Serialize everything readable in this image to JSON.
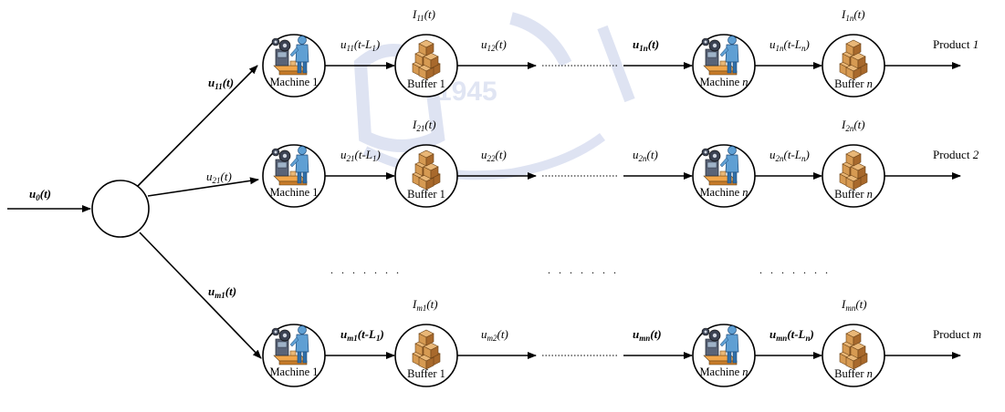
{
  "source": {
    "label": "u0(t)",
    "base": "u",
    "sub": "0",
    "suffix": "(t)"
  },
  "split_labels": [
    {
      "base": "u",
      "sub": "11",
      "suffix": "(t)"
    },
    {
      "base": "u",
      "sub": "21",
      "suffix": "(t)"
    },
    {
      "base": "u",
      "sub": "m1",
      "suffix": "(t)"
    }
  ],
  "lines": [
    {
      "product": {
        "text": "Product ",
        "id": "1"
      },
      "buffer_in_1": {
        "base": "u",
        "sub": "11",
        "suffix": "(t-L",
        "sub2": "1",
        "end": ")"
      },
      "inventory_1": {
        "base": "I",
        "sub": "11",
        "suffix": "(t)"
      },
      "buffer_out_1": {
        "base": "u",
        "sub": "12",
        "suffix": "(t)"
      },
      "machine_in_n": {
        "base": "u",
        "sub": "1n",
        "suffix": "(t)"
      },
      "buffer_in_n": {
        "base": "u",
        "sub": "1n",
        "suffix": "(t-L",
        "sub2": "n",
        "end": ")"
      },
      "inventory_n": {
        "base": "I",
        "sub": "1n",
        "suffix": "(t)"
      }
    },
    {
      "product": {
        "text": "Product ",
        "id": "2"
      },
      "buffer_in_1": {
        "base": "u",
        "sub": "21",
        "suffix": "(t-L",
        "sub2": "1",
        "end": ")"
      },
      "inventory_1": {
        "base": "I",
        "sub": "21",
        "suffix": "(t)"
      },
      "buffer_out_1": {
        "base": "u",
        "sub": "22",
        "suffix": "(t)"
      },
      "machine_in_n": {
        "base": "u",
        "sub": "2n",
        "suffix": "(t)"
      },
      "buffer_in_n": {
        "base": "u",
        "sub": "2n",
        "suffix": "(t-L",
        "sub2": "n",
        "end": ")"
      },
      "inventory_n": {
        "base": "I",
        "sub": "2n",
        "suffix": "(t)"
      }
    },
    {
      "product": {
        "text": "Product ",
        "id": "m"
      },
      "buffer_in_1": {
        "base": "u",
        "sub": "m1",
        "suffix": "(t-L",
        "sub2": "1",
        "end": ")"
      },
      "inventory_1": {
        "base": "I",
        "sub": "m1",
        "suffix": "(t)"
      },
      "buffer_out_1": {
        "base": "u",
        "sub": "m2",
        "suffix": "(t)"
      },
      "machine_in_n": {
        "base": "u",
        "sub": "mn",
        "suffix": "(t)"
      },
      "buffer_in_n": {
        "base": "u",
        "sub": "mn",
        "suffix": "(t-L",
        "sub2": "n",
        "end": ")"
      },
      "inventory_n": {
        "base": "I",
        "sub": "mn",
        "suffix": "(t)"
      }
    }
  ],
  "nodes": {
    "machine_1": "Machine 1",
    "machine_n_prefix": "Machine ",
    "machine_n_index": "n",
    "buffer_1": "Buffer 1",
    "buffer_n_prefix": "Buffer ",
    "buffer_n_index": "n"
  },
  "ellipsis": ". . . . . . .",
  "watermark": {
    "text": "1945",
    "color": "#bcc6e6"
  },
  "colors": {
    "line": "#000000",
    "box_light": "#e9b777",
    "box_mid": "#d69a52",
    "box_dark": "#a8692c",
    "worker": "#5f9fd3",
    "worker_dark": "#2f6ea8",
    "machine": "#4a5568",
    "machine_base": "#f2a64a"
  }
}
